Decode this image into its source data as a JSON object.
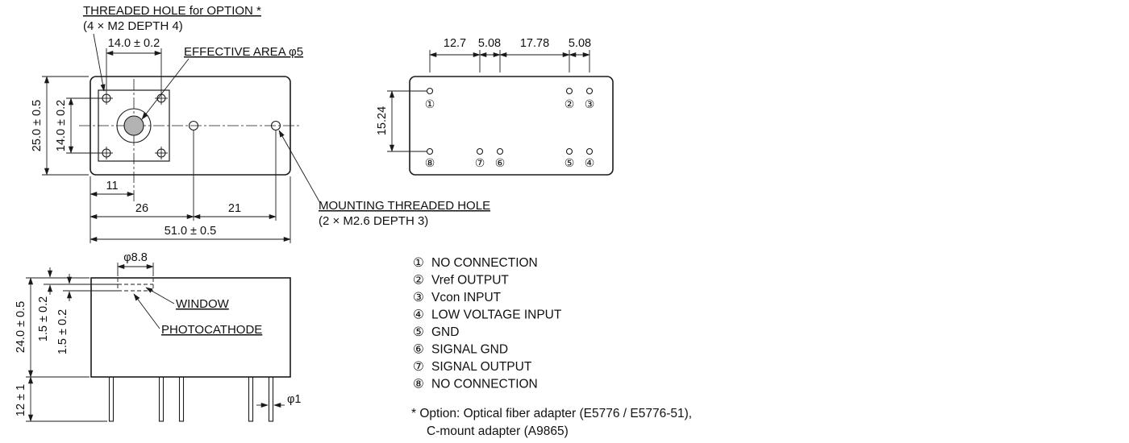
{
  "top_view": {
    "labels": {
      "threaded_hole_1": "THREADED HOLE for OPTION *",
      "threaded_hole_2": "(4 × M2 DEPTH 4)",
      "effective_area": "EFFECTIVE AREA φ5",
      "mounting_hole_1": "MOUNTING THREADED HOLE",
      "mounting_hole_2": "(2 × M2.6 DEPTH 3)"
    },
    "dims": {
      "flange_width": "14.0 ± 0.2",
      "flange_height": "14.0 ± 0.2",
      "body_height": "25.0 ± 0.5",
      "offset_11": "11",
      "offset_26": "26",
      "offset_21": "21",
      "body_width": "51.0 ± 0.5"
    }
  },
  "pin_view": {
    "dims": {
      "pitch_12_7": "12.7",
      "pitch_5_08_left": "5.08",
      "pitch_17_78": "17.78",
      "pitch_5_08_right": "5.08",
      "row_gap_15_24": "15.24"
    },
    "pins_top": [
      "①",
      "②",
      "③"
    ],
    "pins_bottom": [
      "⑧",
      "⑦",
      "⑥",
      "⑤",
      "④"
    ]
  },
  "side_view": {
    "labels": {
      "window": "WINDOW",
      "photocathode": "PHOTOCATHODE"
    },
    "dims": {
      "window_dia": "φ8.8",
      "body_height": "24.0 ± 0.5",
      "window_thickness": "1.5 ± 0.2",
      "photocathode_depth": "1.5 ± 0.2",
      "pin_length": "12 ± 1",
      "pin_dia": "φ1"
    }
  },
  "legend": {
    "items": [
      {
        "num": "①",
        "label": "NO CONNECTION"
      },
      {
        "num": "②",
        "label": "Vref OUTPUT"
      },
      {
        "num": "③",
        "label": "Vcon INPUT"
      },
      {
        "num": "④",
        "label": "LOW VOLTAGE INPUT"
      },
      {
        "num": "⑤",
        "label": "GND"
      },
      {
        "num": "⑥",
        "label": "SIGNAL GND"
      },
      {
        "num": "⑦",
        "label": "SIGNAL OUTPUT"
      },
      {
        "num": "⑧",
        "label": "NO CONNECTION"
      }
    ],
    "footnote_line1": "* Option: Optical fiber adapter (E5776 / E5776-51),",
    "footnote_line2": "C-mount adapter (A9865)"
  }
}
